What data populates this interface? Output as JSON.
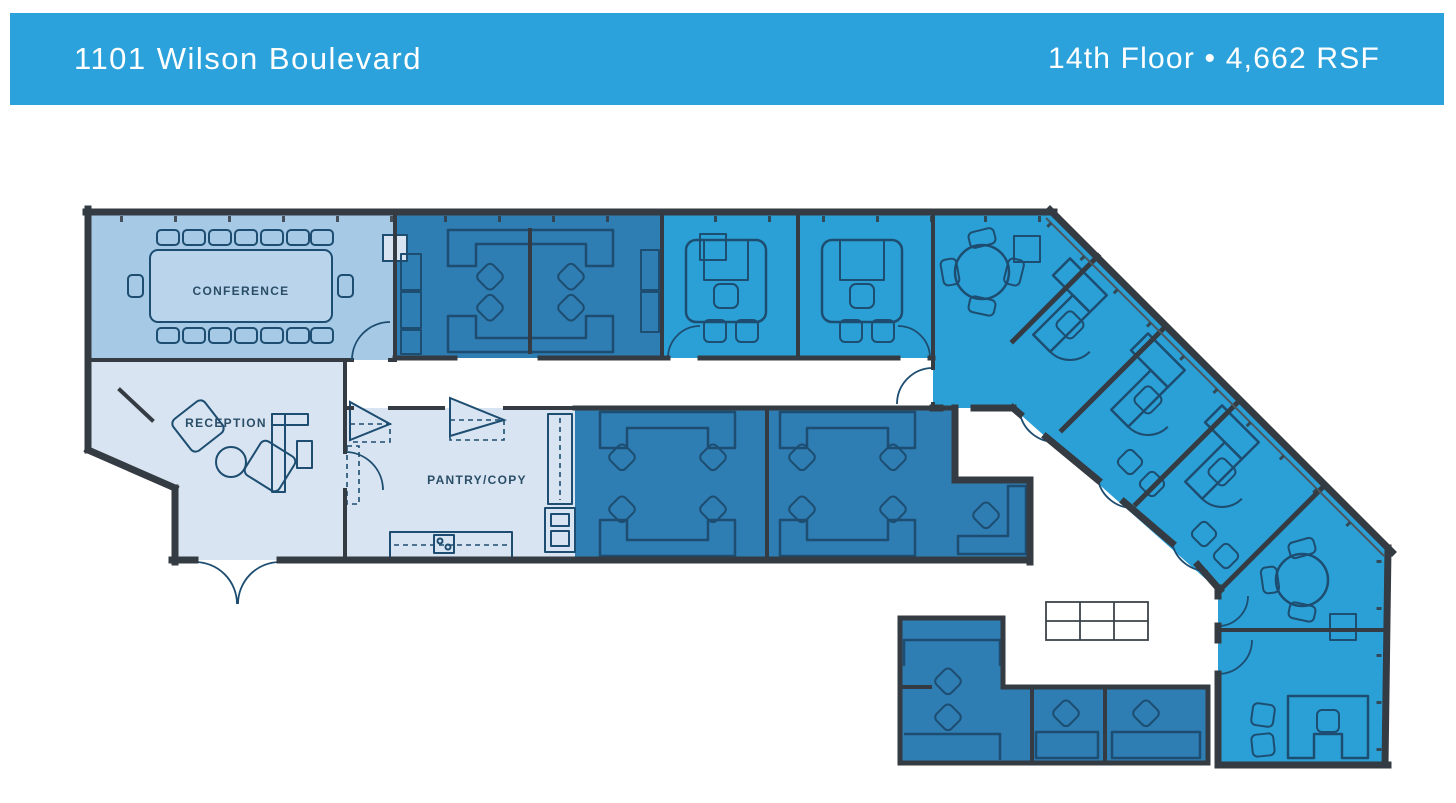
{
  "header": {
    "building_address": "1101 Wilson Boulevard",
    "floor_summary": "14th Floor • 4,662 RSF"
  },
  "floorplan": {
    "labels": {
      "conference": "CONFERENCE",
      "reception": "RECEPTION",
      "pantry_copy": "PANTRY/COPY"
    },
    "colors": {
      "header_bg": "#2BA2DB",
      "header_text": "#FFFFFF",
      "wall": "#343B42",
      "furniture_line": "#1D4D70",
      "room_conference": "#A6C9E6",
      "room_light": "#D8E4F1",
      "room_workstation": "#2E7DB3",
      "room_office": "#2BA0D6",
      "label_text": "#2A4D68",
      "background": "#FFFFFF"
    }
  }
}
